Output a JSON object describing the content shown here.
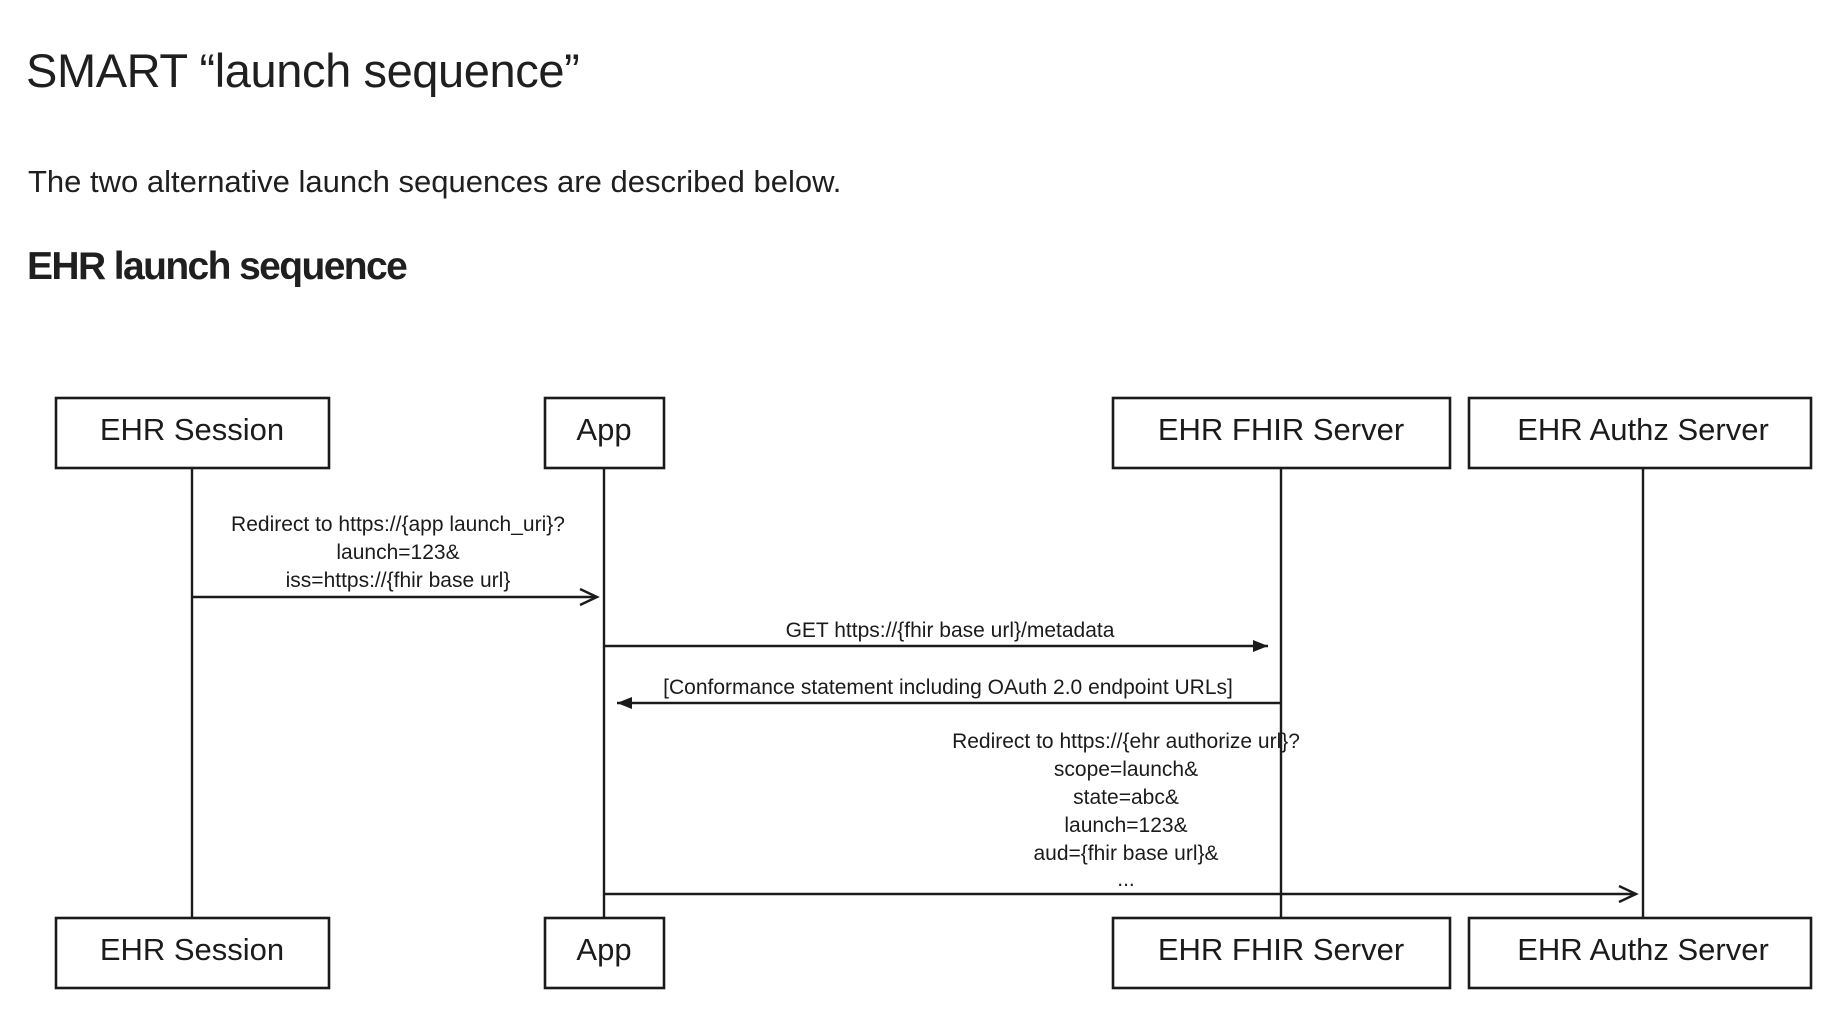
{
  "page": {
    "heading": "SMART “launch sequence”",
    "paragraph": "The two alternative launch sequences are described below.",
    "subheading": "EHR launch sequence"
  },
  "colors": {
    "background": "#ffffff",
    "text": "#1f1f1f",
    "stroke": "#1b1b1b"
  },
  "diagram": {
    "type": "sequence-diagram",
    "participants": [
      {
        "id": "ehr-session",
        "label": "EHR Session"
      },
      {
        "id": "app",
        "label": "App"
      },
      {
        "id": "ehr-fhir-server",
        "label": "EHR FHIR Server"
      },
      {
        "id": "ehr-authz-server",
        "label": "EHR Authz Server"
      }
    ],
    "participants_bottom": [
      {
        "id": "ehr-session",
        "label": "EHR Session"
      },
      {
        "id": "app",
        "label": "App"
      },
      {
        "id": "ehr-fhir-server",
        "label": "EHR FHIR Server"
      },
      {
        "id": "ehr-authz-server",
        "label": "EHR Authz Server"
      }
    ],
    "messages": [
      {
        "id": "msg-redirect-launch-uri",
        "from": "ehr-session",
        "to": "app",
        "direction": "right",
        "arrowhead": "open",
        "lines": [
          "Redirect to https://{app launch_uri}?",
          "launch=123&",
          "iss=https://{fhir base url}"
        ]
      },
      {
        "id": "msg-get-metadata",
        "from": "app",
        "to": "ehr-fhir-server",
        "direction": "right",
        "arrowhead": "solid",
        "lines": [
          "GET https://{fhir base url}/metadata"
        ]
      },
      {
        "id": "msg-conformance-statement",
        "from": "ehr-fhir-server",
        "to": "app",
        "direction": "left",
        "arrowhead": "solid",
        "lines": [
          "[Conformance statement including OAuth 2.0 endpoint URLs]"
        ]
      },
      {
        "id": "msg-redirect-authorize",
        "from": "app",
        "to": "ehr-authz-server",
        "direction": "right",
        "arrowhead": "open",
        "lines": [
          "Redirect to https://{ehr authorize url}?",
          "scope=launch&",
          "state=abc&",
          "launch=123&",
          "aud={fhir base url}&",
          "..."
        ]
      }
    ]
  }
}
